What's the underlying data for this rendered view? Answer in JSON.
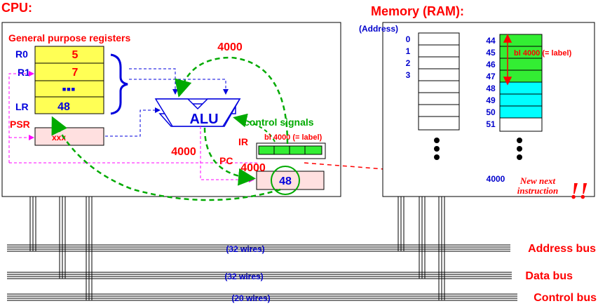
{
  "cpu": {
    "title": "CPU:",
    "gpr_title": "General purpose registers",
    "registers": [
      {
        "name": "R0",
        "value": "5"
      },
      {
        "name": "R1",
        "value": "7"
      },
      {
        "name": "",
        "value": "▪▪▪"
      },
      {
        "name": "LR",
        "value": "48"
      }
    ],
    "psr": {
      "name": "PSR",
      "value": "xxx"
    },
    "alu_label": "ALU",
    "control_signals": "control signals",
    "ir": {
      "name": "IR",
      "instruction": "bl  4000 (= label)"
    },
    "pc": {
      "name": "PC",
      "value": "48"
    },
    "flow_labels": [
      "4000",
      "4000",
      "4000"
    ]
  },
  "memory": {
    "title": "Memory (RAM):",
    "address_label": "(Address)",
    "low_addresses": [
      "0",
      "1",
      "2",
      "3"
    ],
    "high_addresses": [
      "44",
      "45",
      "46",
      "47",
      "48",
      "49",
      "50",
      "51"
    ],
    "bl_note": "bl  4000 (= label)",
    "target_address": "4000",
    "new_next_line1": "New next",
    "new_next_line2": "instruction",
    "exclaim": "!!"
  },
  "buses": [
    {
      "name": "Address bus",
      "wires": "(32 wires)"
    },
    {
      "name": "Data bus",
      "wires": "(32 wires)"
    },
    {
      "name": "Control bus",
      "wires": "(20 wires)"
    }
  ],
  "colors": {
    "heading": "#ff0000",
    "register_fill": "#ffff55",
    "register_name": "#0000dd",
    "instr_fill": "#33ee33",
    "data_fill": "#00ffff",
    "pink_fill": "#ffe0e0",
    "green_flow": "#00aa00",
    "magenta": "#ff00ff"
  }
}
